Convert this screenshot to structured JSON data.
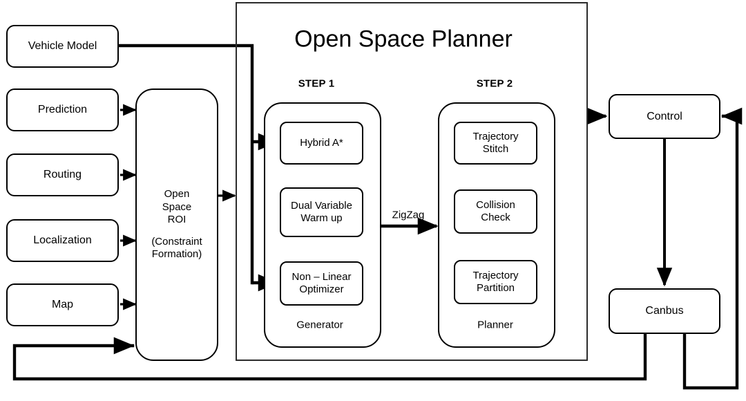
{
  "diagram": {
    "title": "Open Space Planner",
    "colors": {
      "stroke": "#000000",
      "frame_stroke": "#2b2b2b",
      "background": "#ffffff",
      "text": "#000000"
    },
    "inputs": [
      {
        "id": "vehicle-model",
        "label": "Vehicle Model"
      },
      {
        "id": "prediction",
        "label": "Prediction"
      },
      {
        "id": "routing",
        "label": "Routing"
      },
      {
        "id": "localization",
        "label": "Localization"
      },
      {
        "id": "map",
        "label": "Map"
      }
    ],
    "roi": {
      "line1": "Open",
      "line2": "Space",
      "line3": "ROI",
      "line4": "(Constraint",
      "line5": "Formation)"
    },
    "steps": [
      {
        "id": "step-1",
        "label": "STEP 1",
        "caption": "Generator"
      },
      {
        "id": "step-2",
        "label": "STEP 2",
        "caption": "Planner"
      }
    ],
    "generator_nodes": [
      {
        "id": "hybrid-a-star",
        "line1": "Hybrid A*",
        "line2": ""
      },
      {
        "id": "dual-variable-warm-up",
        "line1": "Dual Variable",
        "line2": "Warm up"
      },
      {
        "id": "non-linear-optimizer",
        "line1": "Non – Linear",
        "line2": "Optimizer"
      }
    ],
    "planner_nodes": [
      {
        "id": "trajectory-stitch",
        "line1": "Trajectory",
        "line2": "Stitch"
      },
      {
        "id": "collision-check",
        "line1": "Collision",
        "line2": "Check"
      },
      {
        "id": "trajectory-partition",
        "line1": "Trajectory",
        "line2": "Partition"
      }
    ],
    "edge_labels": [
      {
        "id": "zigzag",
        "label": "ZigZag"
      }
    ],
    "outputs": [
      {
        "id": "control",
        "label": "Control"
      },
      {
        "id": "canbus",
        "label": "Canbus"
      }
    ]
  }
}
